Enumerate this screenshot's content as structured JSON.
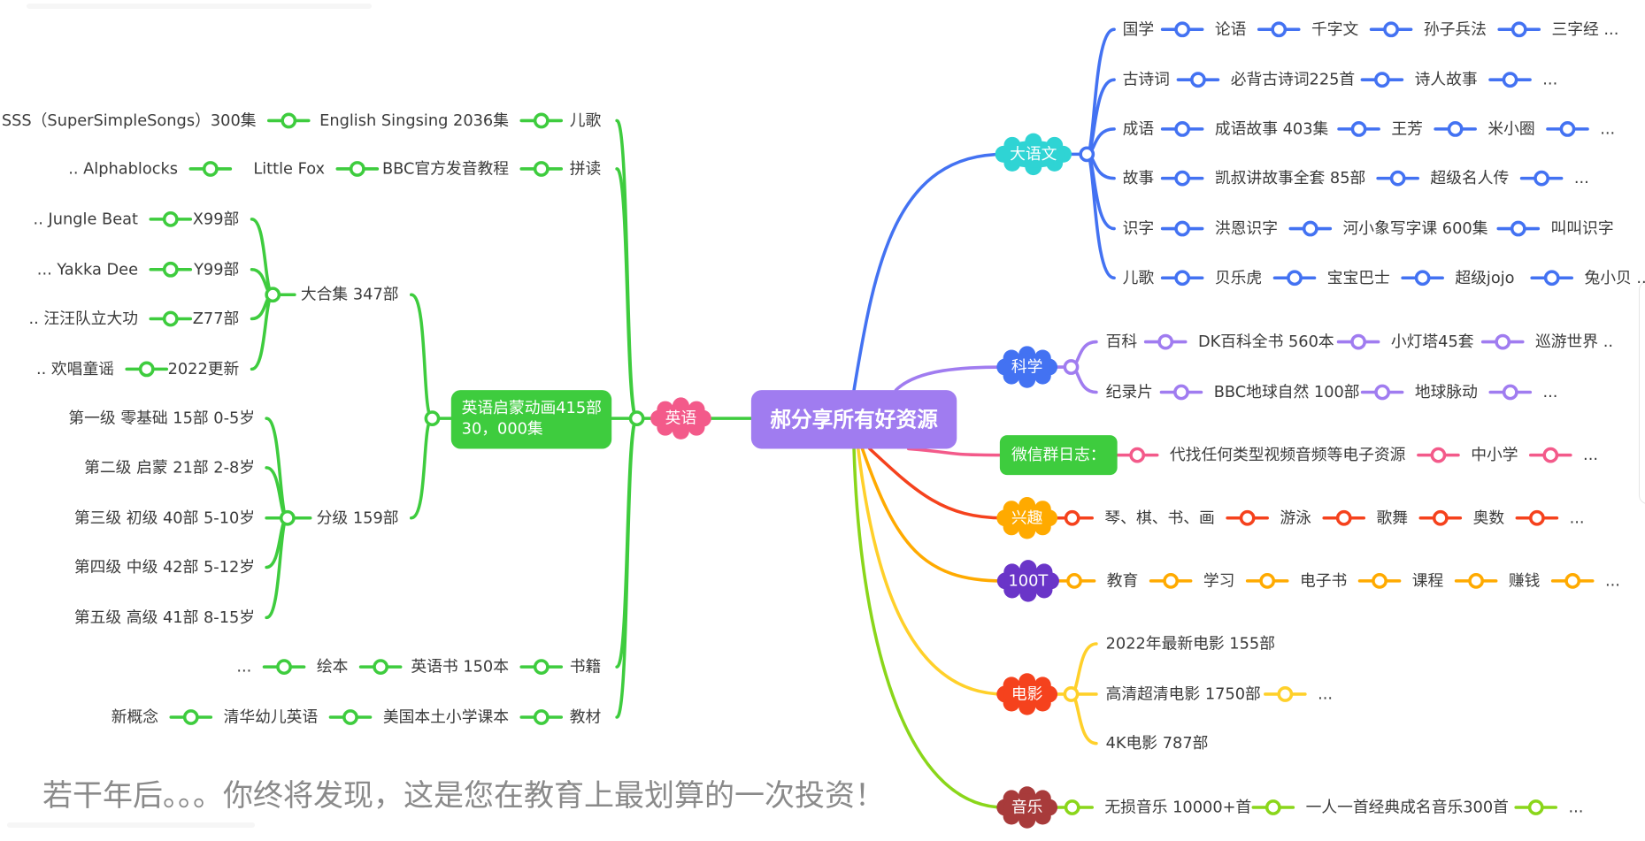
{
  "root": {
    "label": "郝分享所有好资源",
    "color": "#a07cf0"
  },
  "footer_text": "若干年后。。。你终将发现，这是您在教育上最划算的一次投资！",
  "branches": {
    "english": {
      "label": "英语",
      "color": "#f35a8a",
      "line_color": "#3ecc3e",
      "box": {
        "line1": "英语启蒙动画415部",
        "line2": "30，000集",
        "color": "#3ecc3e"
      },
      "rows": [
        {
          "category": "儿歌",
          "items": [
            "English Singsing 2036集",
            "SSS（SuperSimpleSongs）300集"
          ]
        },
        {
          "category": "拼读",
          "items": [
            "BBC官方发音教程",
            "Little Fox",
            ".. Alphablocks"
          ]
        },
        {
          "category": "书籍",
          "items": [
            "英语书 150本",
            "绘本",
            "..."
          ]
        },
        {
          "category": "教材",
          "items": [
            "美国本土小学课本",
            "清华幼儿英语",
            "新概念"
          ]
        }
      ],
      "collection": {
        "label": "大合集 347部",
        "rows": [
          {
            "category": "X99部",
            "items": [
              ".. Jungle Beat"
            ]
          },
          {
            "category": "Y99部",
            "items": [
              "... Yakka Dee"
            ]
          },
          {
            "category": "Z77部",
            "items": [
              ".. 汪汪队立大功"
            ]
          },
          {
            "category": "2022更新",
            "items": [
              ".. 欢唱童谣"
            ]
          }
        ]
      },
      "levels": {
        "label": "分级 159部",
        "items": [
          "第一级 零基础 15部 0-5岁",
          "第二级 启蒙 21部 2-8岁",
          "第三级 初级 40部 5-10岁",
          "第四级 中级 42部 5-12岁",
          "第五级 高级 41部 8-15岁"
        ]
      }
    },
    "chinese": {
      "label": "大语文",
      "color": "#2fd4d4",
      "line_color": "#4372f2",
      "rows": [
        {
          "category": "国学",
          "items": [
            "论语",
            "千字文",
            "孙子兵法",
            "三字经 ..."
          ]
        },
        {
          "category": "古诗词",
          "items": [
            "必背古诗词225首",
            "诗人故事",
            "..."
          ]
        },
        {
          "category": "成语",
          "items": [
            "成语故事 403集",
            "王芳",
            "米小圈",
            "..."
          ]
        },
        {
          "category": "故事",
          "items": [
            "凯叔讲故事全套 85部",
            "超级名人传",
            "..."
          ]
        },
        {
          "category": "识字",
          "items": [
            "洪恩识字",
            "河小象写字课 600集",
            "叫叫识字"
          ]
        },
        {
          "category": "儿歌",
          "items": [
            "贝乐虎",
            "宝宝巴士",
            "超级jojo",
            "兔小贝 .."
          ]
        }
      ]
    },
    "science": {
      "label": "科学",
      "color": "#4372f2",
      "line_color": "#a07cf0",
      "rows": [
        {
          "category": "百科",
          "items": [
            "DK百科全书 560本",
            "小灯塔45套",
            "巡游世界 .."
          ]
        },
        {
          "category": "纪录片",
          "items": [
            "BBC地球自然 100部",
            "地球脉动",
            "..."
          ]
        }
      ]
    },
    "wechat": {
      "label": "微信群日志：",
      "color": "#3ecc3e",
      "line_color": "#f35a8a",
      "items": [
        "代找任何类型视频音频等电子资源",
        "中小学",
        "..."
      ]
    },
    "interest": {
      "label": "兴趣",
      "color": "#ffaa00",
      "line_color": "#f5421d",
      "items": [
        "琴、棋、书、画",
        "游泳",
        "歌舞",
        "奥数",
        "..."
      ]
    },
    "hundred_t": {
      "label": "100T",
      "color": "#6a35c8",
      "line_color": "#ffaa00",
      "items": [
        "教育",
        "学习",
        "电子书",
        "课程",
        "赚钱",
        "..."
      ]
    },
    "movie": {
      "label": "电影",
      "color": "#f5421d",
      "line_color": "#ffd02a",
      "rows": [
        {
          "category": "2022年最新电影 155部",
          "items": []
        },
        {
          "category": "高清超清电影 1750部",
          "items": [
            "..."
          ]
        },
        {
          "category": "4K电影 787部",
          "items": []
        }
      ]
    },
    "music": {
      "label": "音乐",
      "color": "#a83b3b",
      "line_color": "#8ad61a",
      "items": [
        "无损音乐 10000+首",
        "一人一首经典成名音乐300首",
        "..."
      ]
    }
  }
}
